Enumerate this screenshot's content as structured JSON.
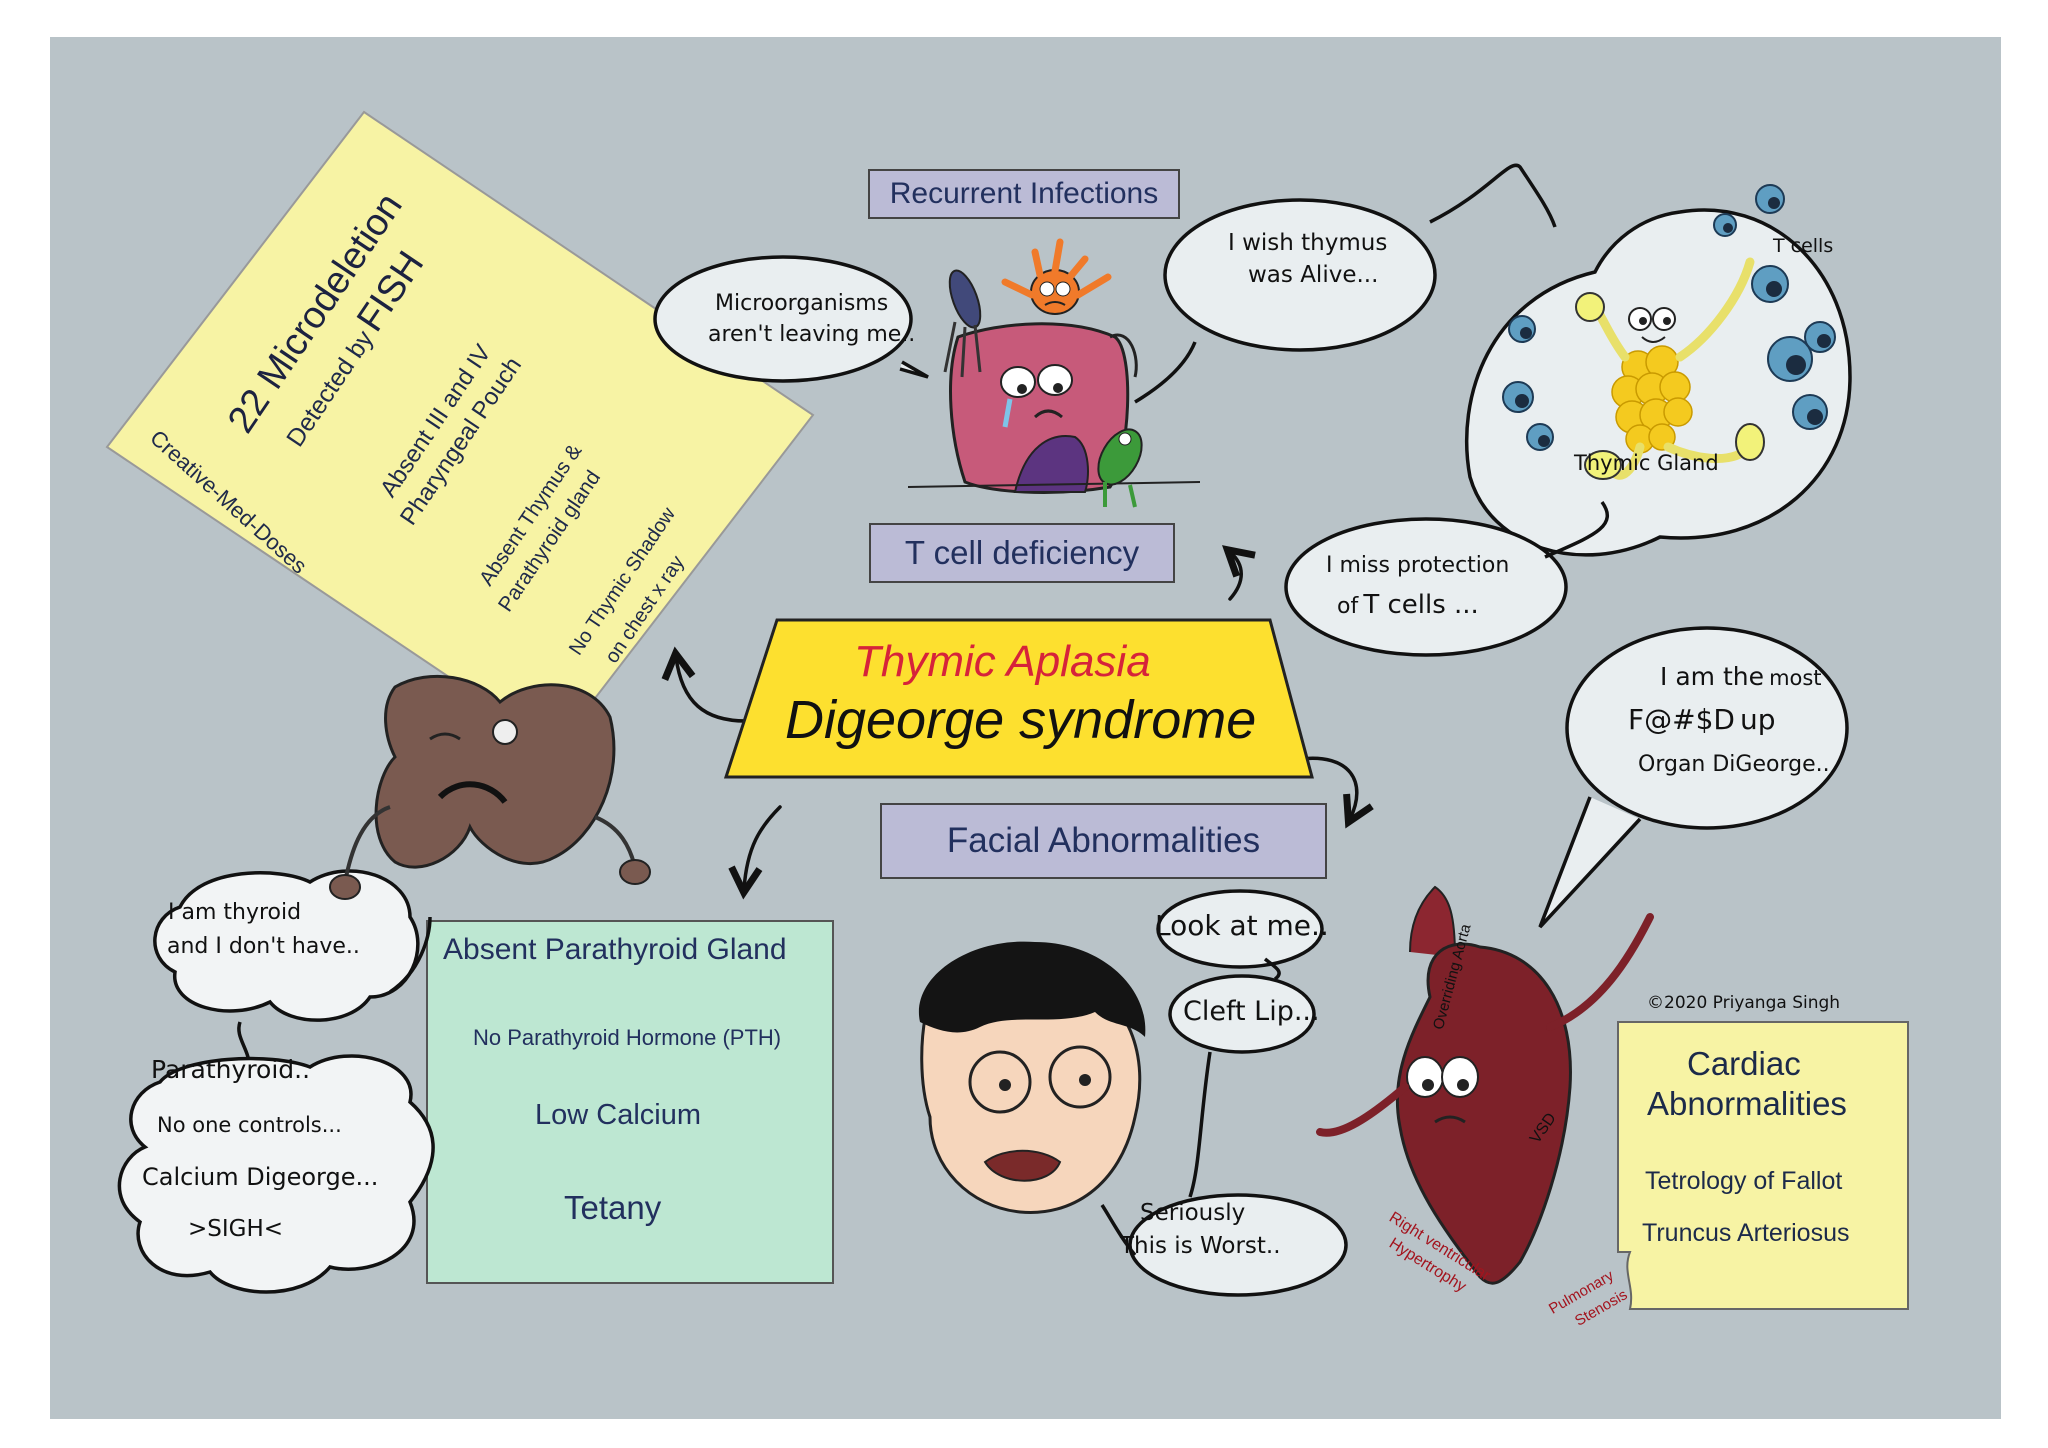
{
  "center": {
    "line1": "Thymic Aplasia",
    "line2": "Digeorge syndrome"
  },
  "labels": {
    "recurrent_infections": "Recurrent Infections",
    "t_cell_deficiency": "T cell deficiency",
    "facial_abnormalities": "Facial Abnormalities"
  },
  "yellow_card": {
    "line1": "22 Microdeletion",
    "line2a": "Detected by",
    "line2b": "FISH",
    "line3a": "Absent III and IV",
    "line3b": "Pharyngeal Pouch",
    "line4a": "Absent Thymus &",
    "line4b": "Parathyroid gland",
    "line5a": "No Thymic Shadow",
    "line5b": "on chest x ray"
  },
  "watermark": "Creative-Med-Doses",
  "parathyroid_box": {
    "title": "Absent Parathyroid Gland",
    "item1": "No Parathyroid Hormone (PTH)",
    "item2": "Low Calcium",
    "item3": "Tetany"
  },
  "cardiac_box": {
    "title1": "Cardiac",
    "title2": "Abnormalities",
    "item1": "Tetrology of Fallot",
    "item2": "Truncus Arteriosus"
  },
  "bubbles": {
    "micro1": "Microorganisms",
    "micro2": "aren't leaving me..",
    "wish1": "I wish thymus",
    "wish2": "was Alive...",
    "miss1": "I miss protection",
    "miss2a": "of",
    "miss2b": "T cells ...",
    "organ1a": "I am the",
    "organ1b": "most",
    "organ2a": "F@#$D",
    "organ2b": "up",
    "organ3": "Organ DiGeorge..",
    "thyroid1": "I am thyroid",
    "thyroid2": "and I don't have..",
    "para1": "Parathyroid..",
    "para2": "No one controls...",
    "para3": "Calcium Digeorge...",
    "para4": ">SIGH<",
    "look": "Look at me..",
    "cleft": "Cleft Lip...",
    "serious1": "Seriously",
    "serious2": "This is Worst.."
  },
  "thymus_bubble": {
    "tcells": "T cells",
    "gland": "Thymic Gland"
  },
  "heart_labels": {
    "aorta": "Overriding Aorta",
    "vsd": "VSD",
    "rvh1": "Right ventricular",
    "rvh2": "Hypertrophy",
    "ps1": "Pulmonary",
    "ps2": "Stenosis"
  },
  "copyright": "©2020 Priyanga Singh",
  "colors": {
    "background": "#b9c3c8",
    "center_yellow": "#fde02f",
    "center_red": "#d6233a",
    "card_yellow": "#f7f3a4",
    "green_box": "#bde7d2",
    "label_purple": "#bbbbd6",
    "heart": "#7d2129",
    "thyroid": "#7a5a50",
    "dark_red_text": "#a3141e"
  }
}
